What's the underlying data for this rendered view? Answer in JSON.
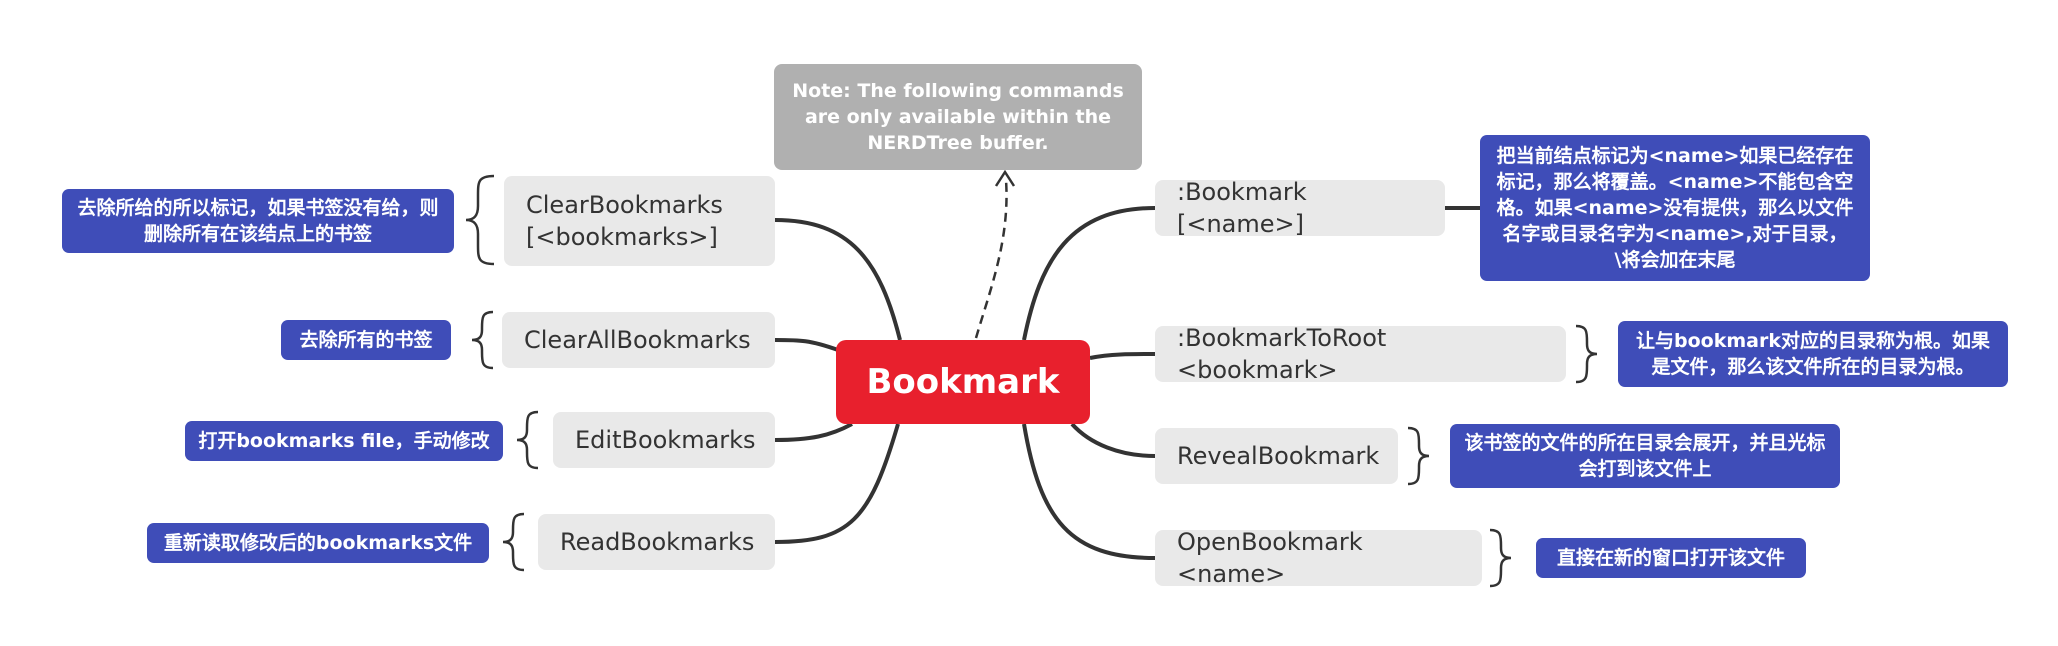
{
  "central": {
    "label": "Bookmark"
  },
  "note": {
    "text": "Note: The following commands are only available within the NERDTree buffer."
  },
  "left": [
    {
      "command": "ClearBookmarks [<bookmarks>]",
      "description": "去除所给的所以标记，如果书签没有给，则删除所有在该结点上的书签"
    },
    {
      "command": "ClearAllBookmarks",
      "description": "去除所有的书签"
    },
    {
      "command": "EditBookmarks",
      "description": "打开bookmarks file，手动修改"
    },
    {
      "command": "ReadBookmarks",
      "description": "重新读取修改后的bookmarks文件"
    }
  ],
  "right": [
    {
      "command": ":Bookmark [<name>]",
      "description": "把当前结点标记为<name>如果已经存在标记，那么将覆盖。<name>不能包含空格。如果<name>没有提供，那么以文件名字或目录名字为<name>,对于目录，\\将会加在末尾"
    },
    {
      "command": ":BookmarkToRoot <bookmark>",
      "description": "让与bookmark对应的目录称为根。如果是文件，那么该文件所在的目录为根。"
    },
    {
      "command": "RevealBookmark",
      "description": "该书签的文件的所在目录会展开，并且光标会打到该文件上"
    },
    {
      "command": "OpenBookmark <name>",
      "description": "直接在新的窗口打开该文件"
    }
  ],
  "colors": {
    "central": "#e8202d",
    "topic": "#e9e9e9",
    "note": "#b0b0b0",
    "description": "#3f4db8",
    "line": "#333333"
  }
}
